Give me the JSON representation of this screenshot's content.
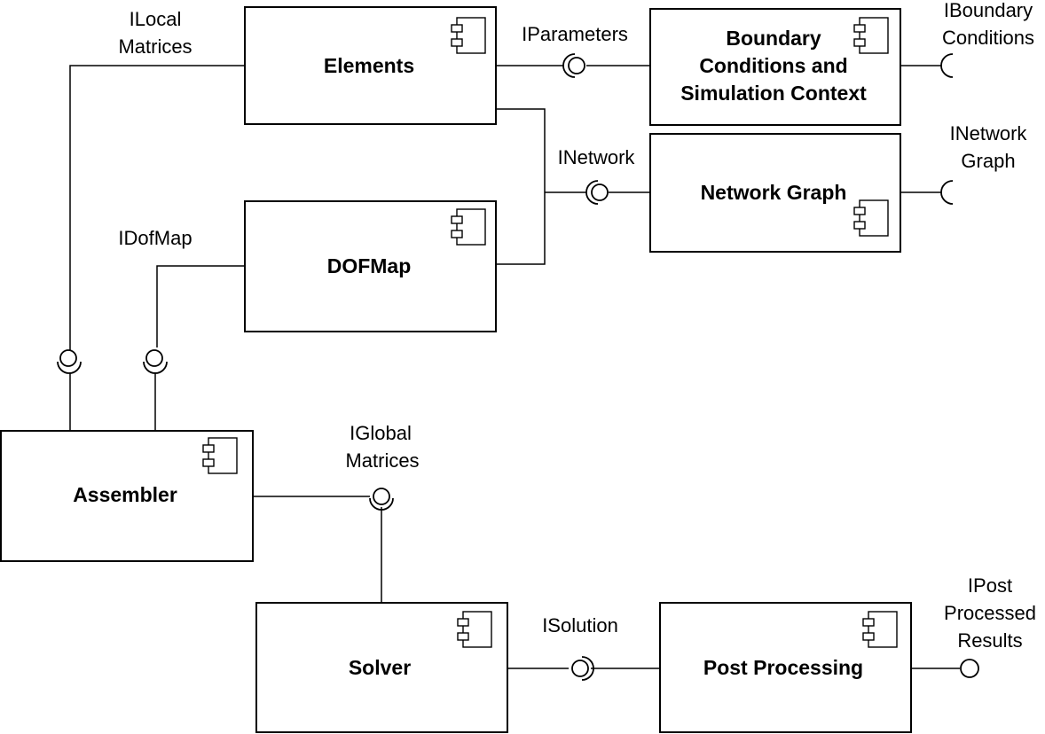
{
  "components": {
    "elements": "Elements",
    "boundary": [
      "Boundary",
      "Conditions  and",
      "Simulation Context"
    ],
    "network_graph": "Network Graph",
    "dofmap": "DOFMap",
    "assembler": "Assembler",
    "solver": "Solver",
    "post_processing": "Post Processing"
  },
  "interfaces": {
    "local_matrices": [
      "ILocal",
      "Matrices"
    ],
    "parameters": "IParameters",
    "boundary_conditions": [
      "IBoundary",
      "Conditions"
    ],
    "network": "INetwork",
    "network_graph": [
      "INetwork",
      "Graph"
    ],
    "dofmap": "IDofMap",
    "global_matrices": [
      "IGlobal",
      "Matrices"
    ],
    "solution": "ISolution",
    "post_processed_results": [
      "IPost",
      "Processed",
      "Results"
    ]
  },
  "icons": {
    "component": "uml-component-icon",
    "provided": "lollipop-ball-icon",
    "required": "socket-arc-icon"
  },
  "colors": {
    "line": "#000000",
    "background": "#ffffff"
  }
}
